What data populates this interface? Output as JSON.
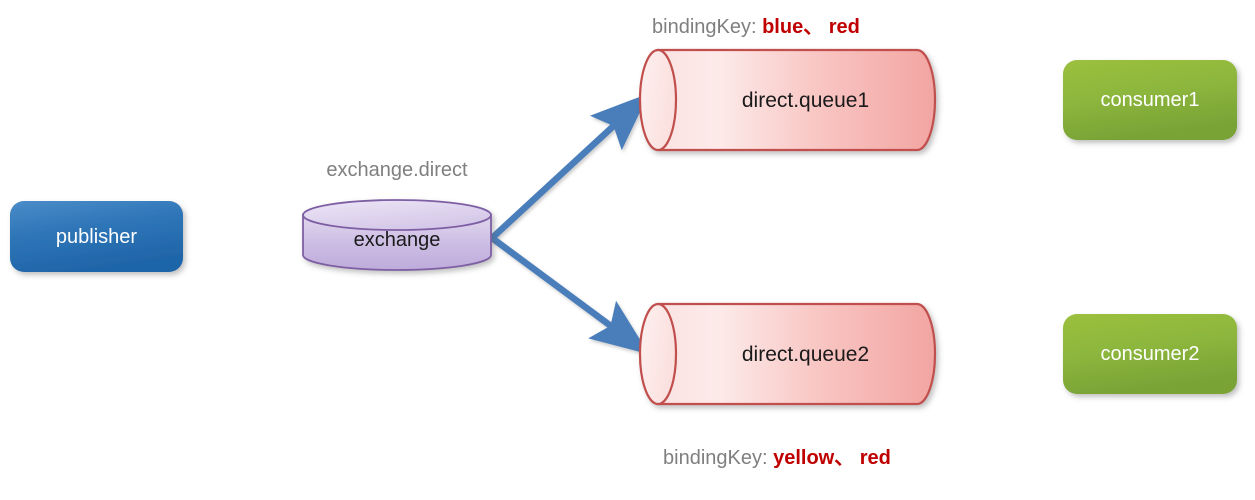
{
  "diagram": {
    "title": "RabbitMQ direct exchange routing",
    "nodes": {
      "publisher": {
        "label": "publisher",
        "shape": "rounded-rect",
        "color": "#2E75B6"
      },
      "exchange": {
        "label": "exchange",
        "caption": "exchange.direct",
        "shape": "cylinder-vertical",
        "color": "#C5B3DE"
      },
      "queue1": {
        "label": "direct.queue1",
        "shape": "cylinder-horizontal",
        "color": "#F5AFAF"
      },
      "queue2": {
        "label": "direct.queue2",
        "shape": "cylinder-horizontal",
        "color": "#F5AFAF"
      },
      "consumer1": {
        "label": "consumer1",
        "shape": "rounded-rect",
        "color": "#8CB63C"
      },
      "consumer2": {
        "label": "consumer2",
        "shape": "rounded-rect",
        "color": "#8CB63C"
      }
    },
    "bindings": {
      "queue1": {
        "prefix": "bindingKey: ",
        "keys": "blue、 red"
      },
      "queue2": {
        "prefix": "bindingKey: ",
        "keys": "yellow、 red"
      }
    },
    "arrows": [
      {
        "name": "publisher-to-exchange",
        "from": "publisher",
        "to": "exchange",
        "color": "#4A7EBB"
      },
      {
        "name": "exchange-to-queue1",
        "from": "exchange",
        "to": "queue1",
        "color": "#4A7EBB"
      },
      {
        "name": "exchange-to-queue2",
        "from": "exchange",
        "to": "queue2",
        "color": "#4A7EBB"
      },
      {
        "name": "queue1-to-consumer1",
        "from": "queue1",
        "to": "consumer1",
        "color": "#4A7EBB"
      },
      {
        "name": "queue2-to-consumer2",
        "from": "queue2",
        "to": "consumer2",
        "color": "#4A7EBB"
      }
    ],
    "colors": {
      "arrow": "#4A7EBB",
      "caption_text": "#7f7f7f",
      "keyword_text": "#c00000",
      "queue_border": "#C0504D",
      "exchange_border": "#7E5FA4",
      "background": "#ffffff"
    }
  }
}
